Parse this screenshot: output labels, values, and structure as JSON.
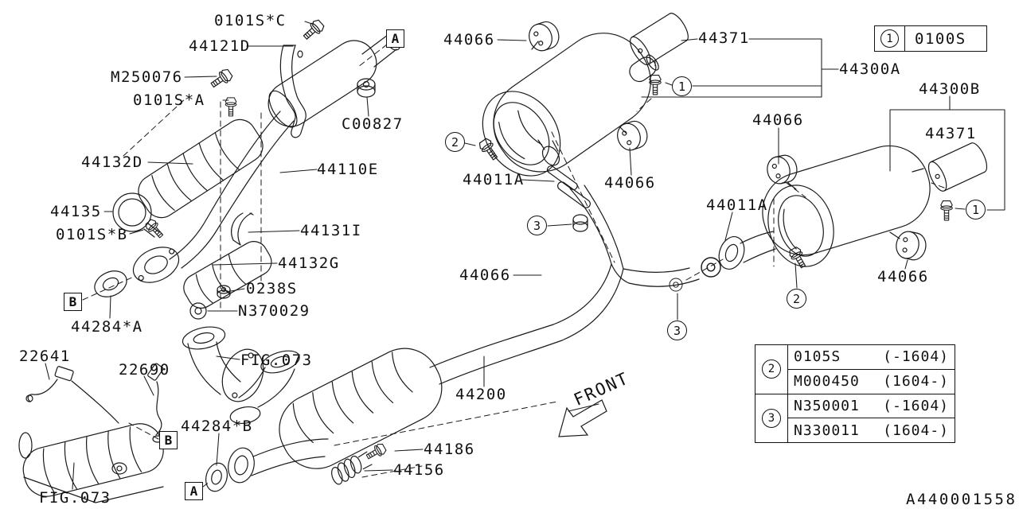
{
  "colors": {
    "background": "#ffffff",
    "line": "#1a1a1a"
  },
  "drawing_number": "A440001558",
  "front_marker": "FRONT",
  "icons": {
    "front_arrow": "block-arrow-pointing-lower-left"
  },
  "view_refs": {
    "top_a": "A",
    "left_b": "B",
    "mid_b": "B",
    "bottom_a": "A"
  },
  "callouts": {
    "one": "1",
    "two": "2",
    "three": "3"
  },
  "legend_box": {
    "num": "1",
    "code": "0100S"
  },
  "applicability_table": {
    "groups": [
      {
        "num": "2",
        "rows": [
          {
            "code": "0105S",
            "range": "(-1604)"
          },
          {
            "code": "M000450",
            "range": "(1604-)"
          }
        ]
      },
      {
        "num": "3",
        "rows": [
          {
            "code": "N350001",
            "range": "(-1604)"
          },
          {
            "code": "N330011",
            "range": "(1604-)"
          }
        ]
      }
    ]
  },
  "labels": {
    "b0101sc": "0101S*C",
    "p44121d": "44121D",
    "m250076": "M250076",
    "b0101sa": "0101S*A",
    "c00827": "C00827",
    "p44132d": "44132D",
    "p44110e": "44110E",
    "p44135": "44135",
    "b0101sb": "0101S*B",
    "p44131i": "44131I",
    "p44132g": "44132G",
    "p0238s": "0238S",
    "n370029": "N370029",
    "p44284a": "44284*A",
    "p22641": "22641",
    "p22690": "22690",
    "fig073_pipe": "FIG.073",
    "p44284b": "44284*B",
    "fig073_cat": "FIG.073",
    "p44066_a": "44066",
    "p44371_a": "44371",
    "p44300a": "44300A",
    "p44300b": "44300B",
    "p44066_b": "44066",
    "p44371_b": "44371",
    "p44011a_a": "44011A",
    "p44066_c": "44066",
    "p44011a_b": "44011A",
    "p44066_d": "44066",
    "p44066_e": "44066",
    "p44200": "44200",
    "p44186": "44186",
    "p44156": "44156"
  }
}
